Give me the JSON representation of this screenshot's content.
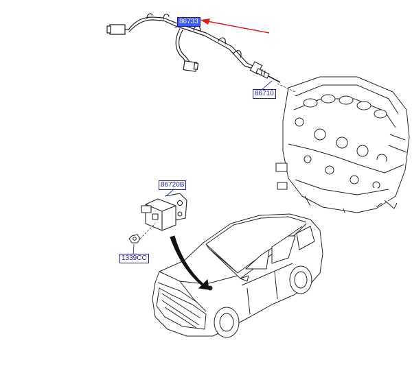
{
  "parts": [
    {
      "id": "p1",
      "label": "86733",
      "selected": true
    },
    {
      "id": "p2",
      "label": "86710",
      "selected": false
    },
    {
      "id": "p3",
      "label": "86720B",
      "selected": false
    },
    {
      "id": "p4",
      "label": "1339CC",
      "selected": false
    }
  ],
  "colors": {
    "line": "#222222",
    "label": "#1a1aa6",
    "highlight": "#3d5bff",
    "arrow": "#e01b1b",
    "leader": "#2a2ab0"
  }
}
